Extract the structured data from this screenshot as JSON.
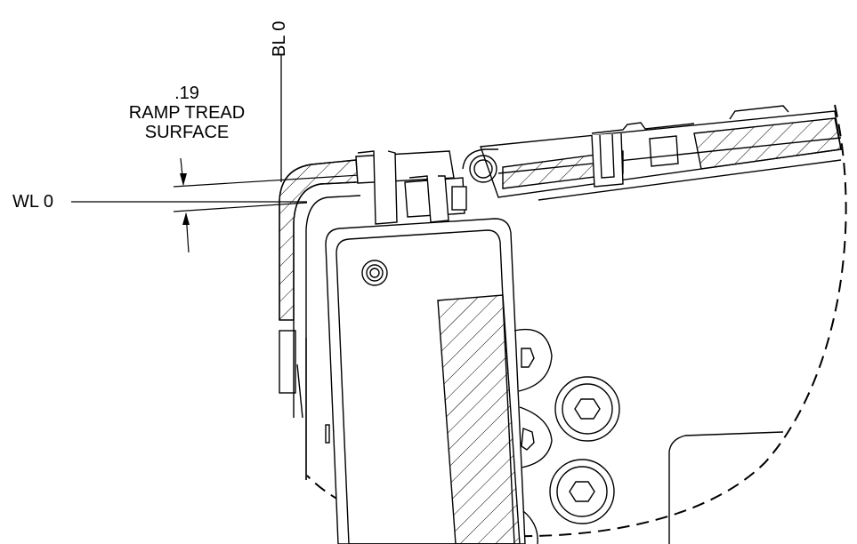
{
  "labels": {
    "bl_zero": "BL 0",
    "wl_zero": "WL 0",
    "dimension_value": ".19",
    "callout_line1": "RAMP TREAD",
    "callout_line2": "SURFACE"
  },
  "colors": {
    "ink": "#000000",
    "paper": "#ffffff"
  }
}
